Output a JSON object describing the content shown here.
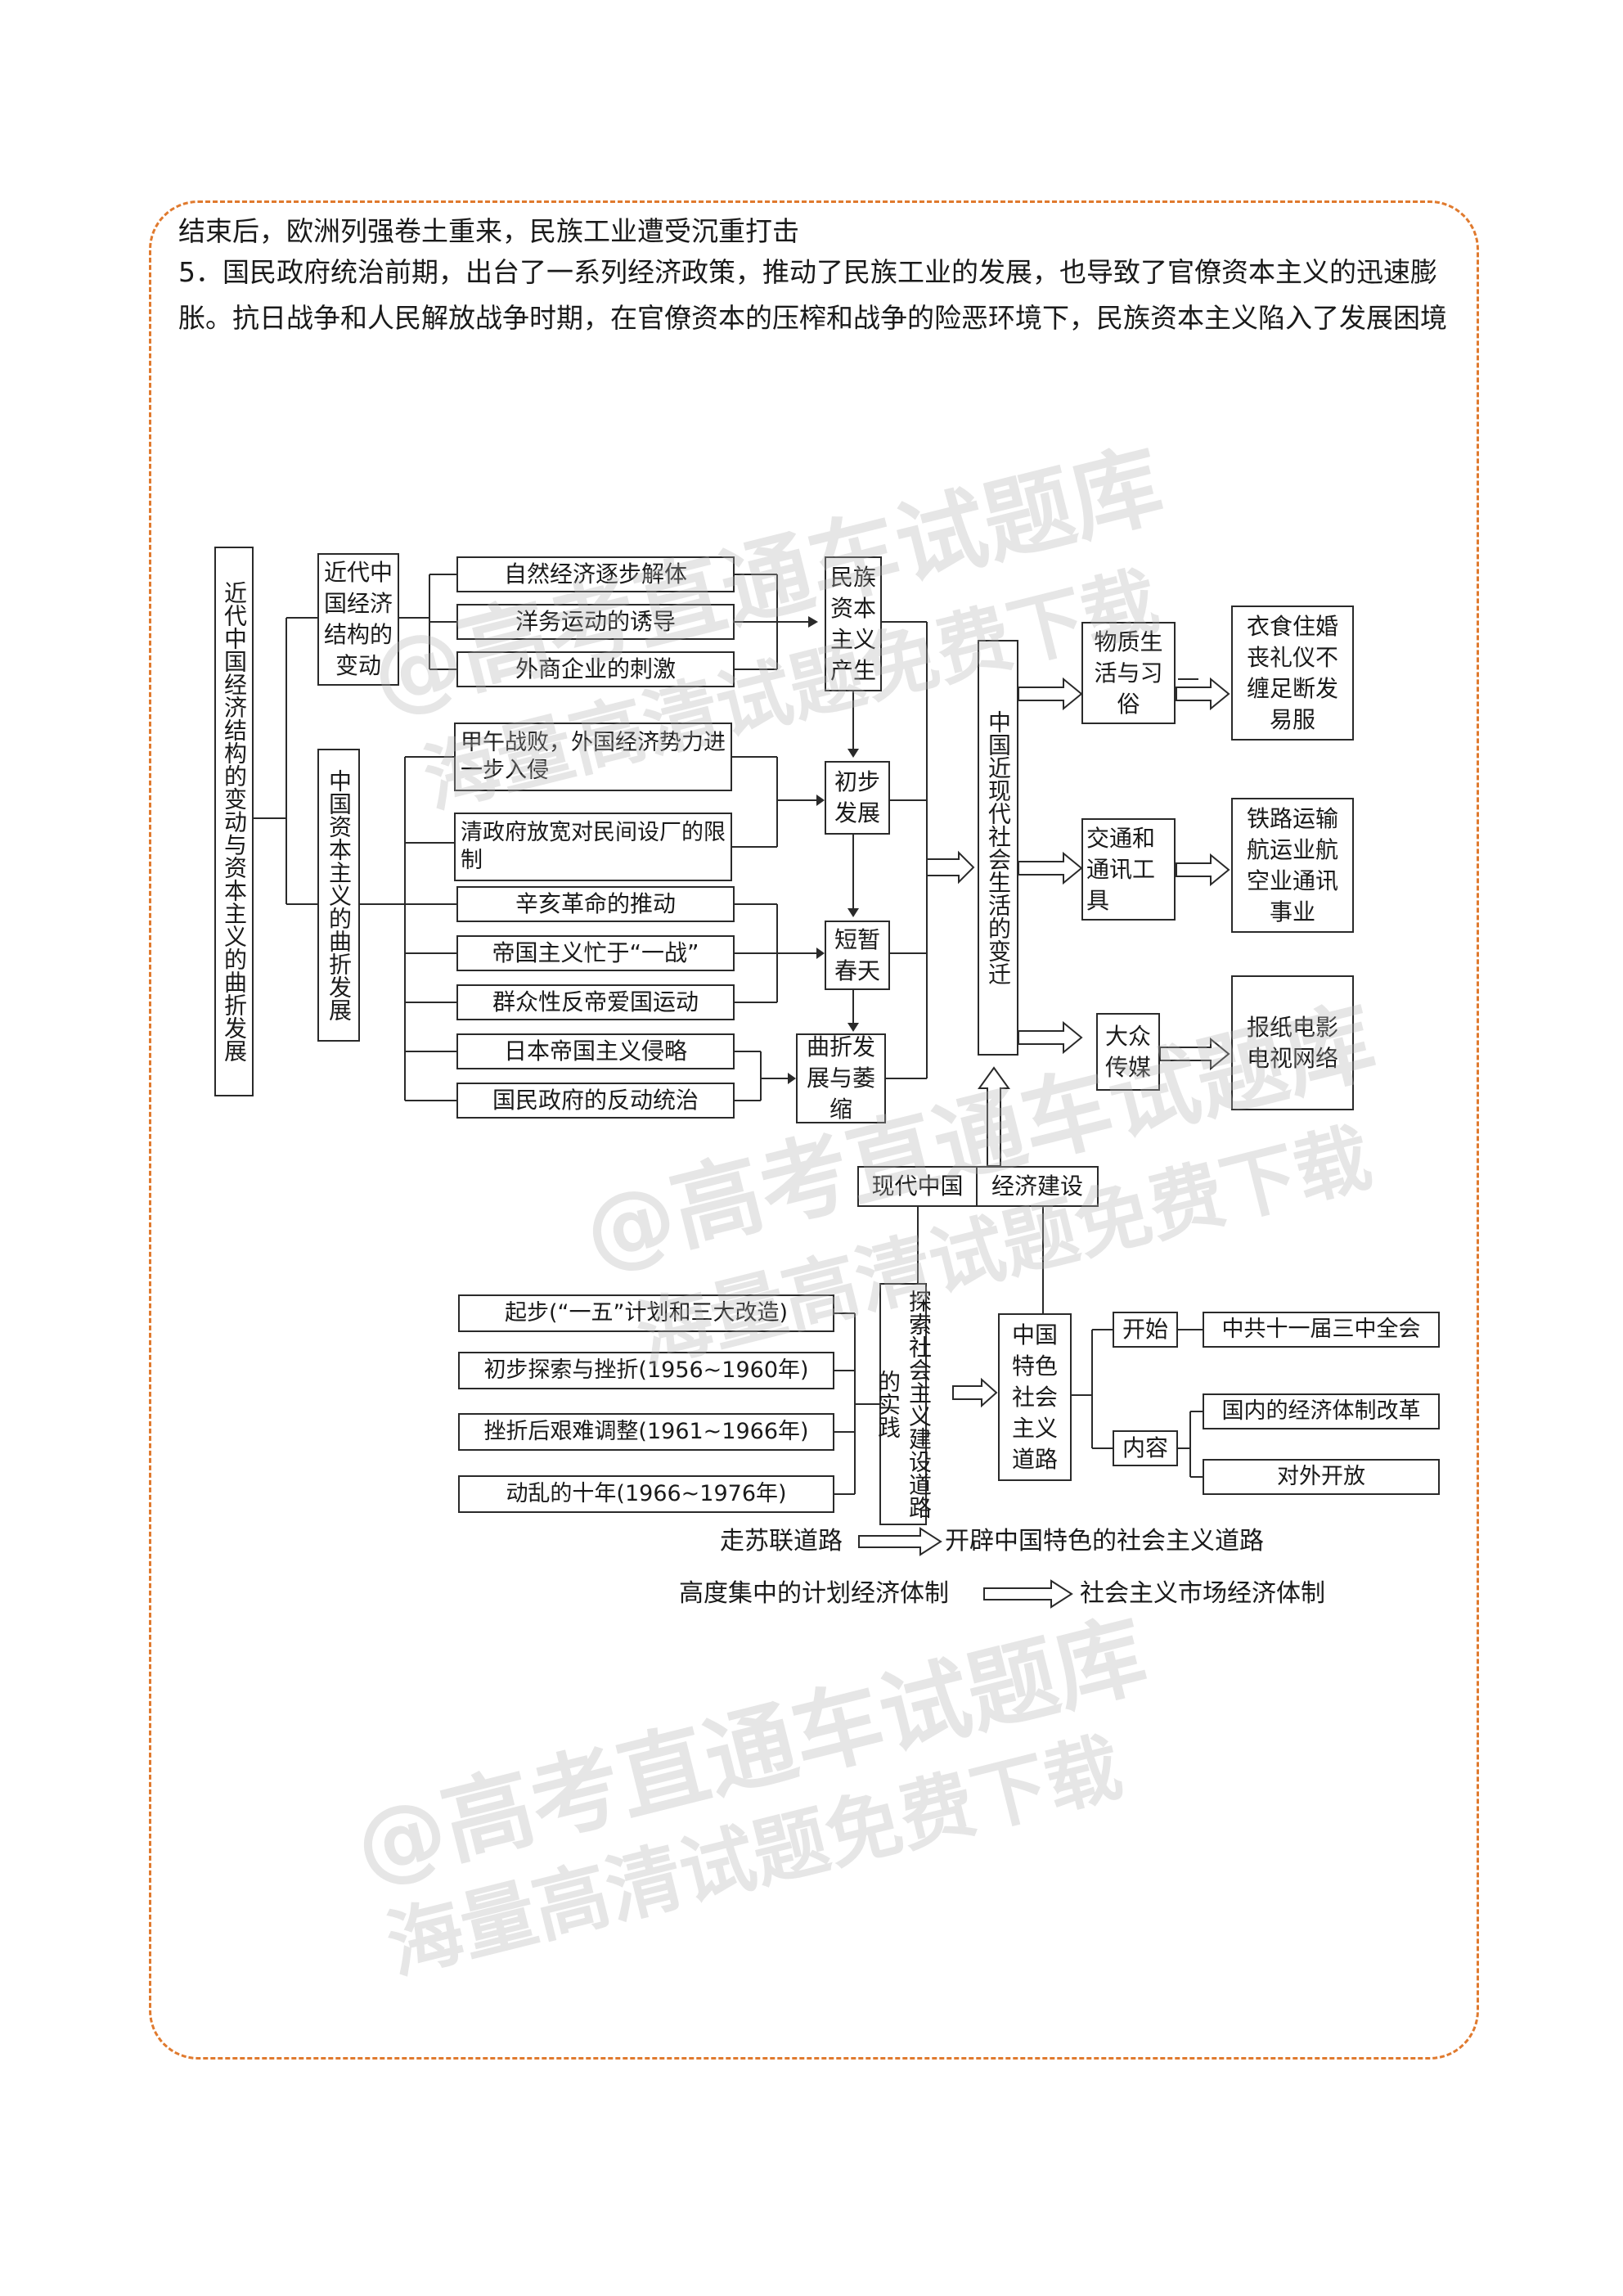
{
  "text": {
    "line1": "结束后，欧洲列强卷土重来，民族工业遭受沉重打击",
    "line2": "5．国民政府统治前期，出台了一系列经济政策，推动了民族工业的发展，也导致了官僚资本主义的迅速膨胀。抗日战争和人民解放战争时期，在官僚资本的压榨和战争的险恶环境下，民族资本主义陷入了发展困境"
  },
  "diagram": {
    "root": "近代中国经济结构的变动与资本主义的曲折发展",
    "branch1": "近代中国经济结构的变动",
    "branch2": "中国资本主义的曲折发展",
    "causes_a": [
      "自然经济逐步解体",
      "洋务运动的诱导",
      "外商企业的刺激"
    ],
    "causes_b": [
      "甲午战败，外国经济势力进一步入侵",
      "清政府放宽对民间设厂的限制"
    ],
    "causes_c": [
      "辛亥革命的推动",
      "帝国主义忙于“一战”",
      "群众性反帝爱国运动"
    ],
    "causes_d": [
      "日本帝国主义侵略",
      "国民政府的反动统治"
    ],
    "stages": [
      "民族资本主义产生",
      "初步发展",
      "短暂春天",
      "曲折发展与萎缩"
    ],
    "center": "中国近现代社会生活的变迁",
    "life": [
      "物质生活与习俗",
      "交通和通讯工具",
      "大众传媒"
    ],
    "life_details": [
      "衣食住婚丧礼仪不缠足断发易服",
      "铁路运输航运业航空业通讯事业",
      "报纸电影电视网络"
    ],
    "modern_left": "现代中国",
    "modern_right": "经济建设",
    "explore": "探索社会主义建设道路的实践",
    "explore_items": [
      "起步(“一五”计划和三大改造)",
      "初步探索与挫折(1956~1960年)",
      "挫折后艰难调整(1961~1966年)",
      "动乱的十年(1966~1976年)"
    ],
    "socialism": "中国特色社会主义道路",
    "start_label": "开始",
    "start_value": "中共十一届三中全会",
    "content_label": "内容",
    "content_values": [
      "国内的经济体制改革",
      "对外开放"
    ],
    "shift1_from": "走苏联道路",
    "shift1_to": "开辟中国特色的社会主义道路",
    "shift2_from": "高度集中的计划经济体制",
    "shift2_to": "社会主义市场经济体制"
  },
  "watermarks": [
    "@高考直通车试题库",
    "海量高清试题免费下载"
  ],
  "colors": {
    "frame": "#e07a2e",
    "ink": "#1a1a1a"
  }
}
